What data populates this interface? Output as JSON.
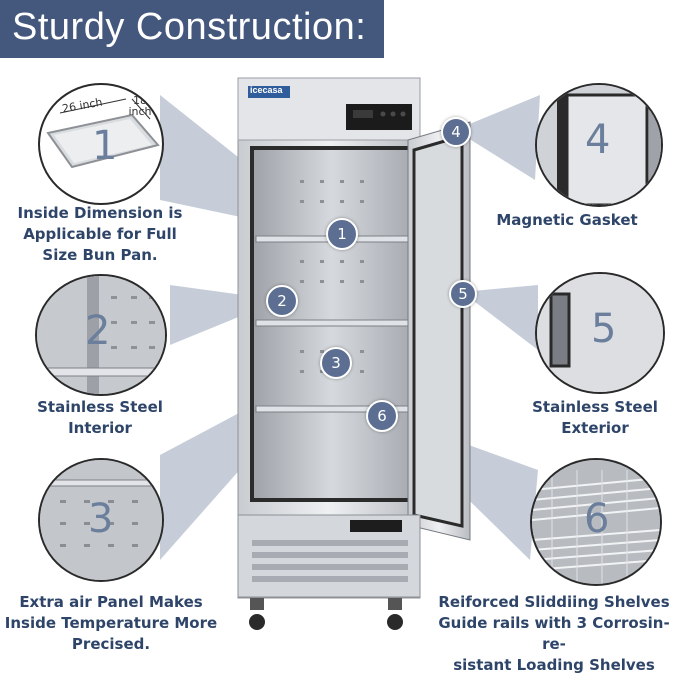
{
  "title": "Sturdy Construction:",
  "brand": "icecasa",
  "features": [
    {
      "num": "1",
      "label_lines": [
        "Inside Dimension is",
        "Applicable for Full",
        "Size Bun Pan."
      ]
    },
    {
      "num": "2",
      "label_lines": [
        "Stainless Steel",
        "Interior"
      ]
    },
    {
      "num": "3",
      "label_lines": [
        "Extra air Panel Makes",
        "Inside Temperature More",
        "Precised."
      ]
    },
    {
      "num": "4",
      "label_lines": [
        "Magnetic Gasket"
      ]
    },
    {
      "num": "5",
      "label_lines": [
        "Stainless Steel",
        "Exterior"
      ]
    },
    {
      "num": "6",
      "label_lines": [
        "Reiforced Sliddiing Shelves",
        "Guide rails with 3 Corrosin-re-",
        "sistant Loading Shelves"
      ]
    }
  ],
  "pan_width": "26 inch",
  "pan_depth": "18 inch",
  "colors": {
    "banner": "#44577c",
    "label_text": "#2e4569",
    "badge": "#5c6f92"
  }
}
